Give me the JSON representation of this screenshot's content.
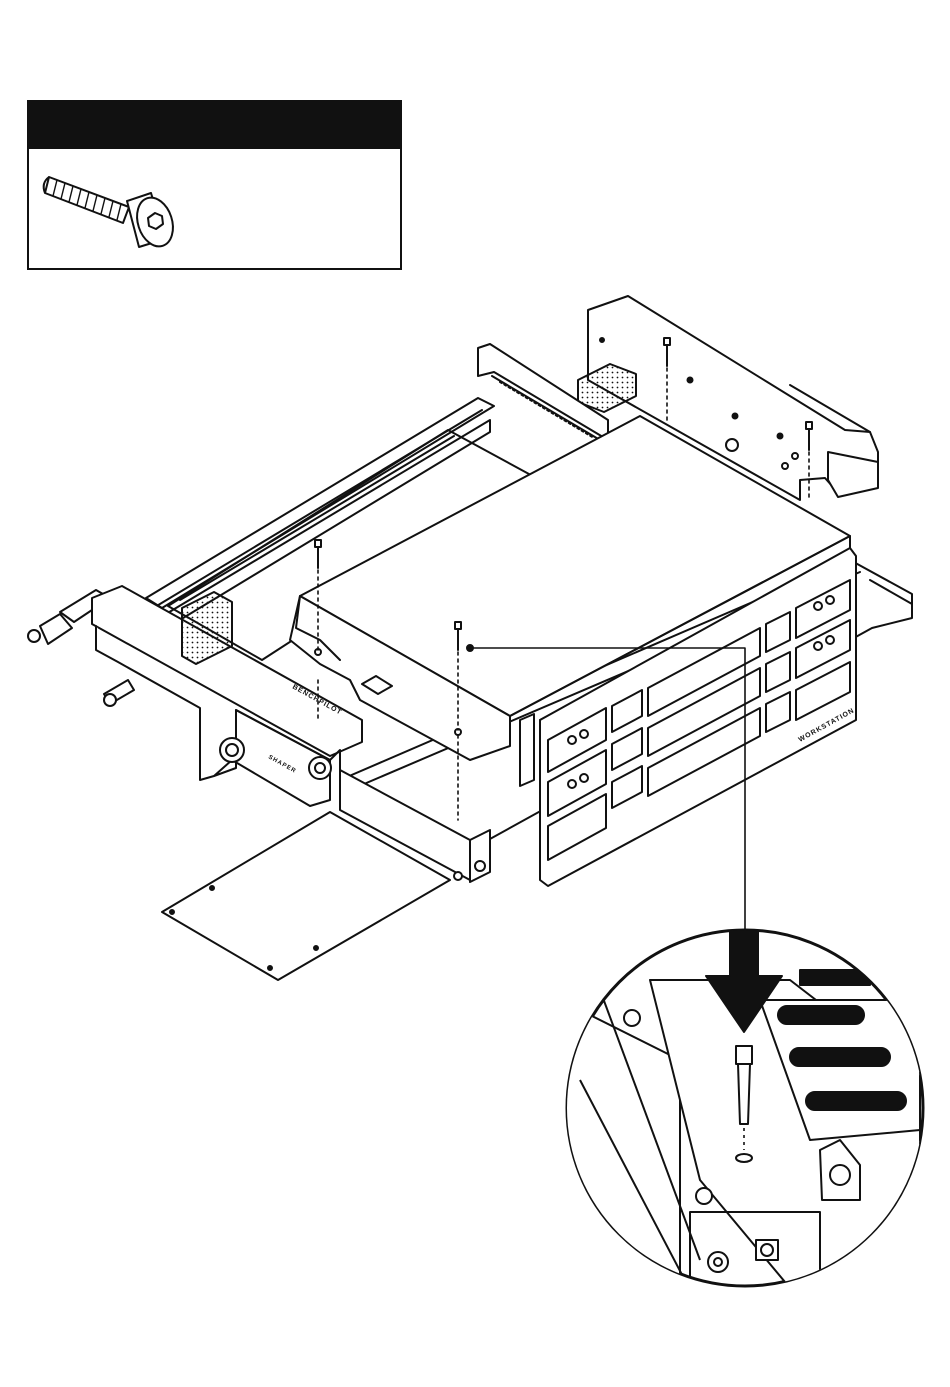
{
  "parts_box": {
    "header_text": "",
    "part": {
      "icon": "socket-head-cap-screw-icon",
      "quantity_label": ""
    }
  },
  "illustration": {
    "brand_labels": {
      "benchpilot": "BENCHPILOT",
      "shaper": "SHAPER",
      "workstation": "WORKSTATION"
    },
    "screw_positions_count": 4,
    "detail_arrow_icon": "down-arrow-icon"
  },
  "colors": {
    "ink": "#111111",
    "paper": "#ffffff",
    "fill_light": "#f2f2f2"
  }
}
